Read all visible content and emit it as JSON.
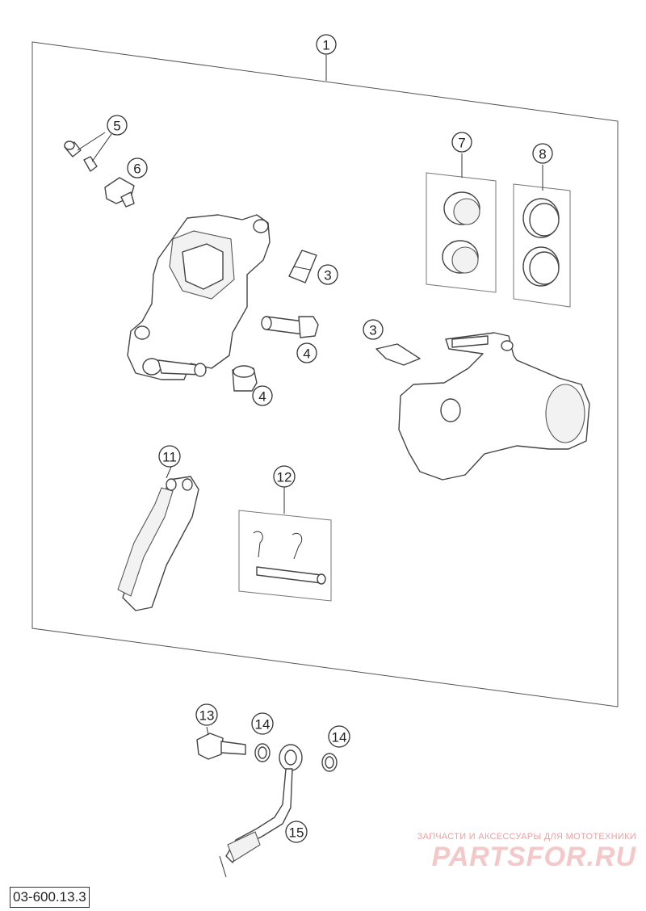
{
  "diagram": {
    "code": "03-600.13.3",
    "callouts": {
      "c1": "1",
      "c3a": "3",
      "c3b": "3",
      "c4a": "4",
      "c4b": "4",
      "c5": "5",
      "c6": "6",
      "c7": "7",
      "c8": "8",
      "c11": "11",
      "c12": "12",
      "c13": "13",
      "c14a": "14",
      "c14b": "14",
      "c15": "15"
    }
  },
  "watermark": {
    "tagline": "ЗАПЧАСТИ И АКСЕССУАРЫ ДЛЯ МОТОТЕХНИКИ",
    "logo": "PARTSFOR.RU"
  },
  "colors": {
    "line": "#444444",
    "watermark": "#f4c8c8"
  }
}
